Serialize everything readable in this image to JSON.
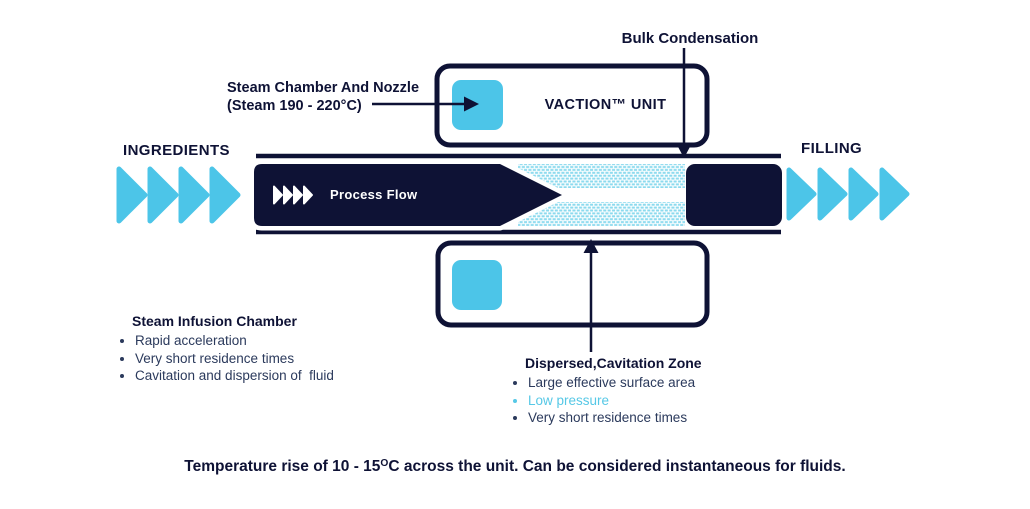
{
  "colors": {
    "navy": "#0e1235",
    "cyan": "#4cc5e8",
    "dot_cyan": "#8bdaee",
    "body_text": "#2b3a5c",
    "highlight_cyan": "#56c8e6"
  },
  "diagram": {
    "bulk_condensation_label": "Bulk Condensation",
    "steam_chamber_label_line1": "Steam Chamber And Nozzle",
    "steam_chamber_label_line2": "(Steam 190 - 220°C)",
    "vaction_unit_label": "VACTION™ UNIT",
    "ingredients_label": "INGREDIENTS",
    "filling_label": "FILLING",
    "process_flow_label": "Process Flow"
  },
  "steam_infusion_chamber": {
    "title": "Steam Infusion Chamber",
    "bullets": [
      "Rapid acceleration",
      "Very short residence times",
      "Cavitation and dispersion of  fluid"
    ]
  },
  "cavitation_zone": {
    "title": "Dispersed,Cavitation Zone",
    "bullets": [
      "Large effective surface area",
      "Low pressure",
      "Very short residence times"
    ]
  },
  "footer": {
    "text_before_sup": "Temperature rise of 10 - 15",
    "sup": "O",
    "text_after_sup": "C across the unit. Can be considered instantaneous for fluids."
  }
}
